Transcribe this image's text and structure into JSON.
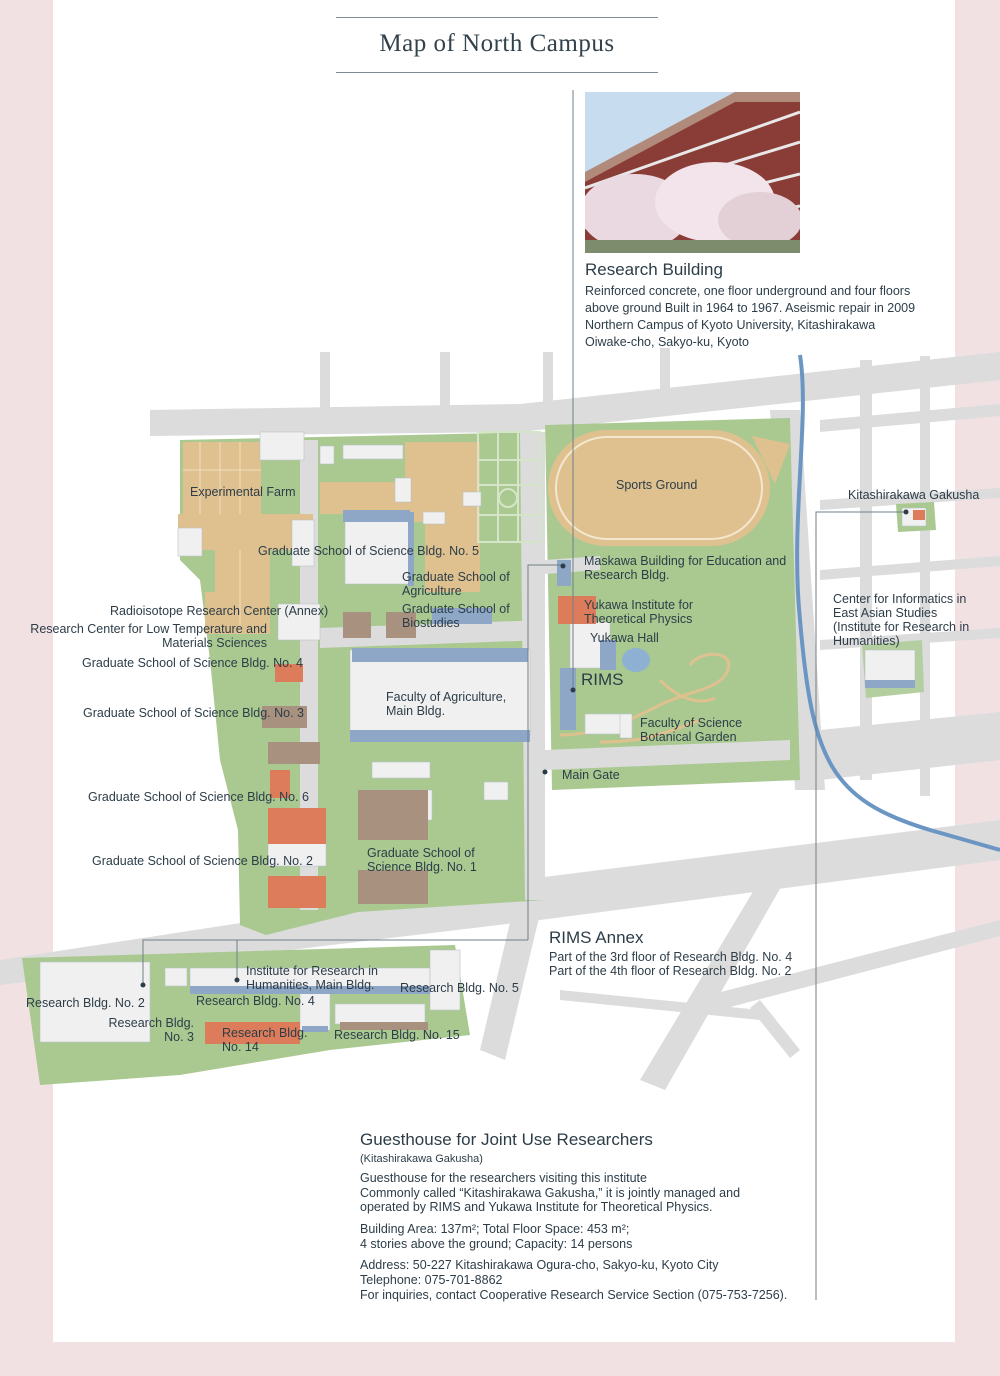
{
  "title": "Map of North Campus",
  "research_building": {
    "heading": "Research Building",
    "lines": [
      "Reinforced concrete, one floor underground and four floors",
      "above ground Built in 1964 to 1967. Aseismic repair in 2009",
      "Northern Campus of Kyoto University, Kitashirakawa",
      "Oiwake-cho, Sakyo-ku, Kyoto"
    ]
  },
  "map_labels": {
    "sports_ground": "Sports Ground",
    "experimental_farm": "Experimental Farm",
    "kitashirakawa_gakusha": "Kitashirakawa Gakusha",
    "grad_sci_5": "Graduate School of Science Bldg. No. 5",
    "maskawa": [
      "Maskawa Building for Education and",
      "Research Bldg."
    ],
    "grad_agri": [
      "Graduate School of",
      "Agriculture"
    ],
    "radioisotope": "Radioisotope Research Center (Annex)",
    "grad_bio": [
      "Graduate School of",
      "Biostudies"
    ],
    "yukawa_inst": [
      "Yukawa Institute for",
      "Theoretical Physics"
    ],
    "low_temp": [
      "Research Center for Low Temperature and",
      "Materials Sciences"
    ],
    "yukawa_hall": "Yukawa Hall",
    "center_informatics": [
      "Center for Informatics in",
      "East Asian Studies",
      "(Institute for Research in",
      "Humanities)"
    ],
    "grad_sci_4": "Graduate School of Science Bldg. No. 4",
    "rims": "RIMS",
    "fac_agri": [
      "Faculty of Agriculture,",
      "Main Bldg."
    ],
    "grad_sci_3": "Graduate School of Science Bldg. No. 3",
    "botanical": [
      "Faculty of Science",
      "Botanical Garden"
    ],
    "main_gate": "Main Gate",
    "grad_sci_6": "Graduate School of Science Bldg. No. 6",
    "grad_sci_1": [
      "Graduate School of",
      "Science Bldg. No. 1"
    ],
    "grad_sci_2": "Graduate School of Science Bldg. No. 2",
    "inst_humanities": [
      "Institute for Research in",
      "Humanities, Main Bldg."
    ],
    "res_bldg_2": "Research Bldg. No. 2",
    "res_bldg_4": "Research Bldg. No. 4",
    "res_bldg_5": "Research Bldg. No. 5",
    "res_bldg_3": [
      "Research Bldg.",
      "No. 3"
    ],
    "res_bldg_14": [
      "Research Bldg.",
      "No. 14"
    ],
    "res_bldg_15": "Research Bldg. No. 15"
  },
  "rims_annex": {
    "heading": "RIMS Annex",
    "lines": [
      "Part of the 3rd floor of Research Bldg. No. 4",
      "Part of the 4th floor of Research Bldg. No. 2"
    ]
  },
  "guesthouse": {
    "heading": "Guesthouse for Joint Use Researchers",
    "sub": "(Kitashirakawa Gakusha)",
    "desc": [
      "Guesthouse for the researchers visiting this institute",
      "Commonly called “Kitashirakawa Gakusha,” it is jointly managed and",
      "operated by RIMS and Yukawa Institute for Theoretical Physics."
    ],
    "area": [
      "Building Area: 137m²; Total Floor Space: 453 m²;",
      "4 stories above the ground; Capacity: 14 persons"
    ],
    "contact": [
      "Address: 50-227 Kitashirakawa Ogura-cho, Sakyo-ku, Kyoto City",
      "Telephone: 075-701-8862",
      "For inquiries, contact Cooperative Research Service Section (075-753-7256)."
    ]
  },
  "colors": {
    "page_bg": "#f1e1e3",
    "campus_green": "#a9c991",
    "road": "#dcdcdc",
    "farm": "#dfc18f",
    "building_white": "#f0f0f0",
    "building_blue": "#8ea7c6",
    "building_orange": "#dd7c5b",
    "building_brown": "#a8917e",
    "river": "#6b96c4",
    "leader_line": "#6f7f89"
  }
}
